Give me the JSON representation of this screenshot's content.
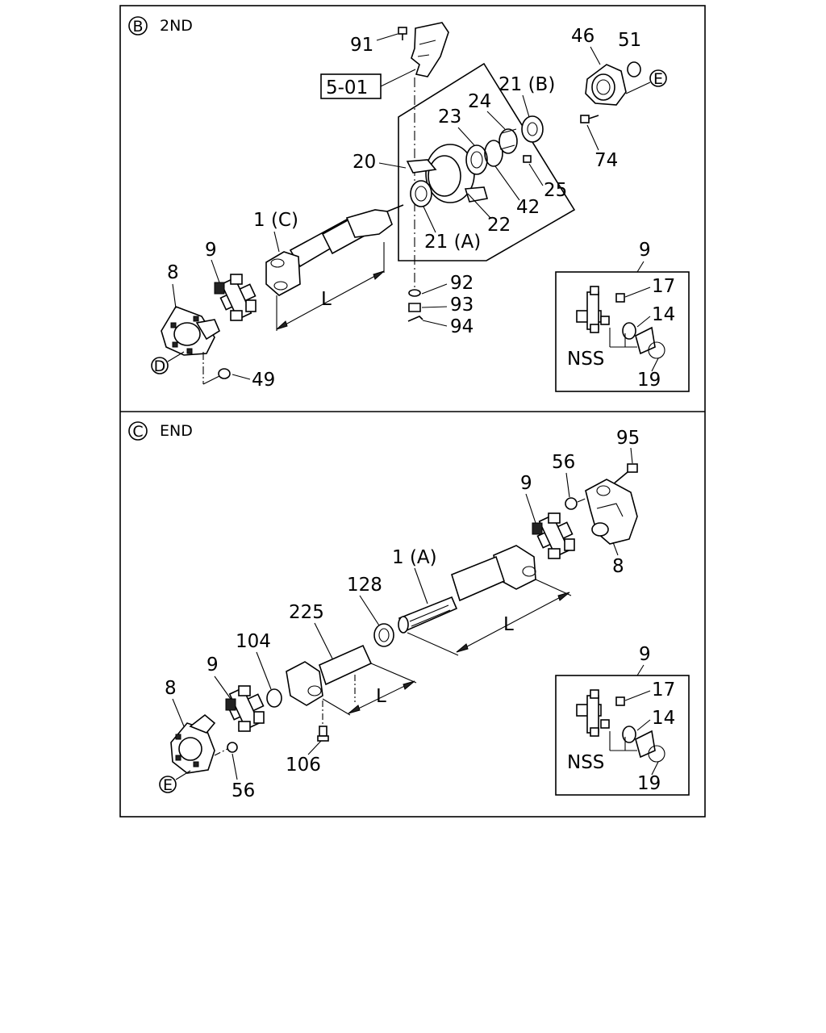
{
  "panel_b": {
    "marker": "B",
    "title": "2ND",
    "ref_box": "5-01",
    "circle_d": "D",
    "circle_e": "E",
    "labels": {
      "p91": "91",
      "p46": "46",
      "p51": "51",
      "p21b": "21 (B)",
      "p24": "24",
      "p23": "23",
      "p20": "20",
      "p25": "25",
      "p42": "42",
      "p22": "22",
      "p74": "74",
      "p1c": "1 (C)",
      "p21a": "21 (A)",
      "p9": "9",
      "p8": "8",
      "pL": "L",
      "p92": "92",
      "p93": "93",
      "p94": "94",
      "p49": "49"
    },
    "inset": {
      "p9": "9",
      "p17": "17",
      "p14": "14",
      "nss": "NSS",
      "p19": "19"
    }
  },
  "panel_c": {
    "marker": "C",
    "title": "END",
    "circle_e": "E",
    "labels": {
      "p95": "95",
      "p56a": "56",
      "p9a": "9",
      "p8a": "8",
      "p1a": "1 (A)",
      "p128": "128",
      "pL1": "L",
      "p225": "225",
      "p104": "104",
      "p9b": "9",
      "p8b": "8",
      "pL2": "L",
      "p106": "106",
      "p56b": "56"
    },
    "inset": {
      "p9": "9",
      "p17": "17",
      "p14": "14",
      "nss": "NSS",
      "p19": "19"
    }
  }
}
